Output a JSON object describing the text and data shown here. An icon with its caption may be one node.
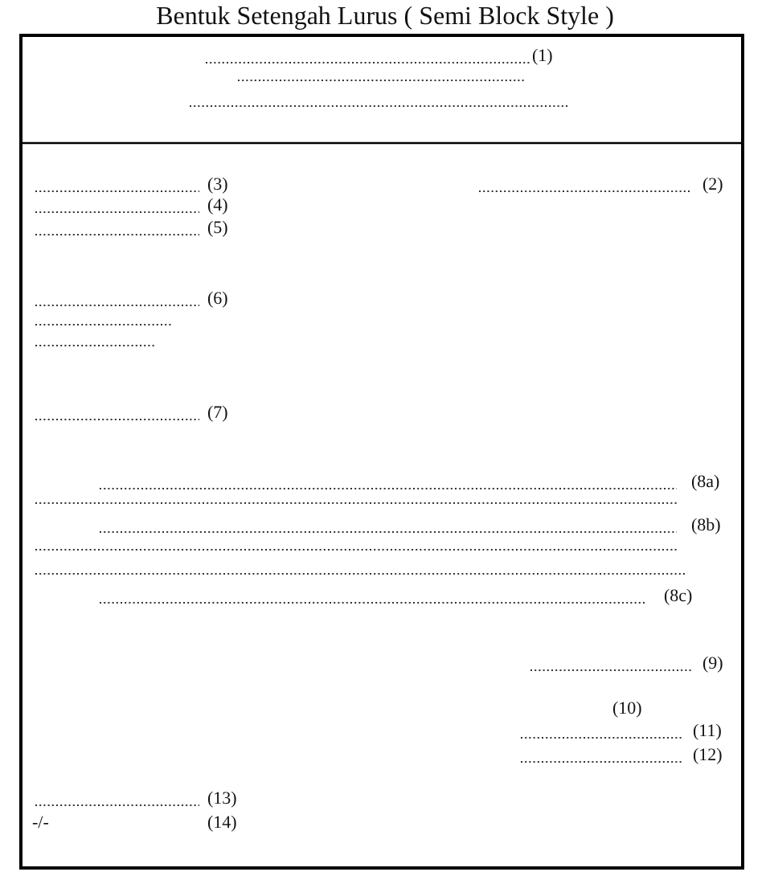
{
  "diagram": {
    "title": "Bentuk Setengah Lurus ( Semi Block Style )",
    "labels": [
      "(1)",
      "(3)",
      "(2)",
      "(4)",
      "(5)",
      "(6)",
      "(7)",
      "(8a)",
      "(8b)",
      "(8c)",
      "(9)",
      "(10)",
      "(11)",
      "(12)",
      "(13)",
      "-/-",
      "(14)"
    ]
  }
}
